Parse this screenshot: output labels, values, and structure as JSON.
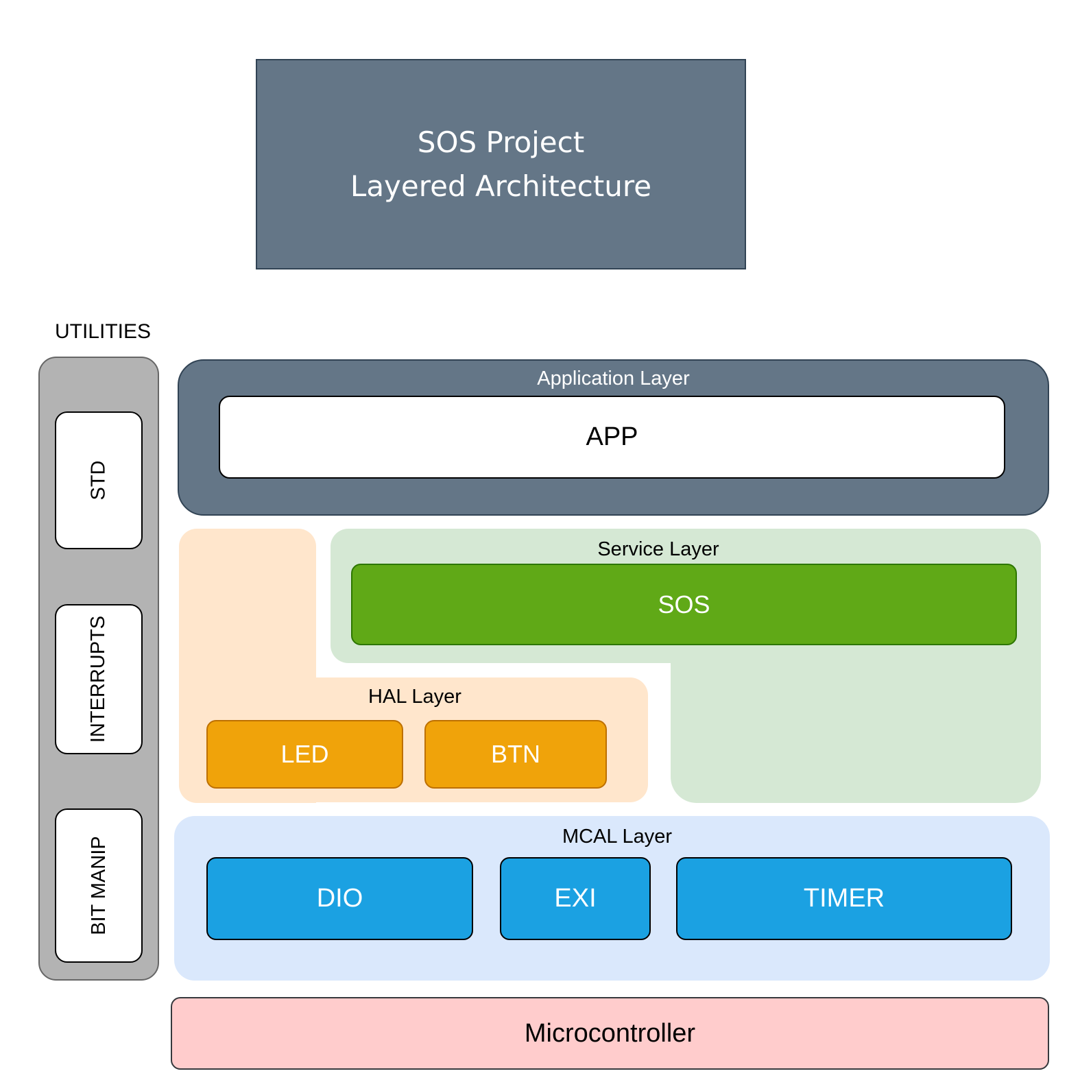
{
  "title": {
    "line1": "SOS Project",
    "line2": "Layered Architecture"
  },
  "utilities": {
    "label": "UTILITIES",
    "items": [
      "STD",
      "INTERRUPTS",
      "BIT MANIP"
    ]
  },
  "application_layer": {
    "label": "Application Layer",
    "modules": [
      "APP"
    ]
  },
  "service_layer": {
    "label": "Service Layer",
    "modules": [
      "SOS"
    ]
  },
  "hal_layer": {
    "label": "HAL Layer",
    "modules": [
      "LED",
      "BTN"
    ]
  },
  "mcal_layer": {
    "label": "MCAL Layer",
    "modules": [
      "DIO",
      "EXI",
      "TIMER"
    ]
  },
  "hardware": {
    "label": "Microcontroller"
  },
  "colors": {
    "title_fill": "#647687",
    "application_fill": "#647687",
    "service_fill": "#d5e8d4",
    "sos_fill": "#60a917",
    "hal_fill": "#ffe6cc",
    "hal_module_fill": "#f0a30a",
    "mcal_fill": "#dae8fc",
    "mcal_module_fill": "#1ba1e2",
    "utilities_fill": "#b3b3b3",
    "microcontroller_fill": "#ffcccc"
  }
}
